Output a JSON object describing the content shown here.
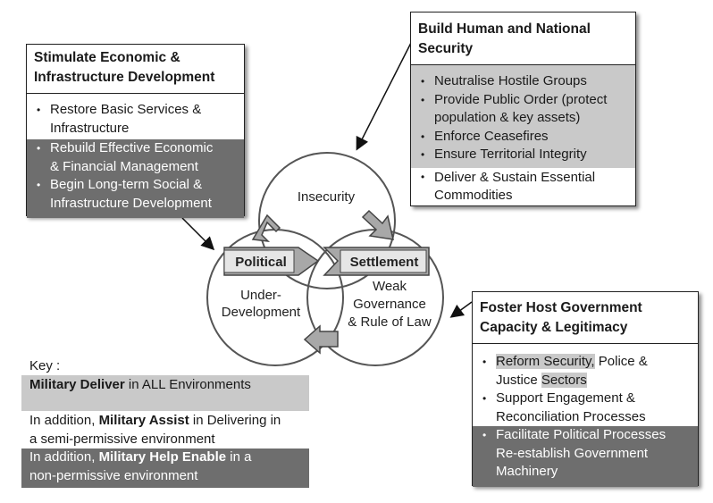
{
  "boxes": {
    "economic": {
      "title": "Stimulate Economic & Infrastructure Development",
      "title_lines": [
        "Stimulate Economic &",
        "Infrastructure Development"
      ],
      "items": [
        {
          "lines": [
            "Restore Basic Services &",
            "Infrastructure"
          ],
          "shade": "none"
        },
        {
          "lines": [
            "Rebuild Effective Economic",
            "& Financial Management"
          ],
          "shade": "dark"
        },
        {
          "lines": [
            "Begin Long-term Social &",
            "Infrastructure Development"
          ],
          "shade": "dark"
        }
      ]
    },
    "security": {
      "title_lines": [
        "Build Human and National",
        "Security"
      ],
      "items": [
        {
          "lines": [
            "Neutralise Hostile Groups"
          ],
          "shade": "light"
        },
        {
          "lines": [
            "Provide Public Order (protect",
            "population & key assets)"
          ],
          "shade": "light"
        },
        {
          "lines": [
            "Enforce Ceasefires"
          ],
          "shade": "light"
        },
        {
          "lines": [
            "Ensure Territorial Integrity"
          ],
          "shade": "light"
        },
        {
          "lines": [
            "Deliver & Sustain Essential",
            "Commodities"
          ],
          "shade": "none"
        }
      ]
    },
    "governance": {
      "title_lines": [
        "Foster Host Government",
        "Capacity & Legitimacy"
      ],
      "item1_line1_a": "Reform Security,",
      "item1_line1_b": " Police &",
      "item1_line2_a": "Justice ",
      "item1_line2_b": "Sectors",
      "items_rest": [
        {
          "lines": [
            "Support Engagement &",
            "Reconciliation Processes"
          ],
          "shade": "none"
        },
        {
          "lines": [
            "Facilitate Political Processes",
            "Re-establish Government",
            "Machinery"
          ],
          "shade": "dark",
          "bullet": true
        }
      ]
    }
  },
  "venn": {
    "top": "Insecurity",
    "left_lines": [
      "Under-",
      "Development"
    ],
    "right_lines": [
      "Weak",
      "Governance",
      "& Rule of Law"
    ],
    "political": "Political",
    "settlement": "Settlement"
  },
  "key": {
    "heading": "Key :",
    "row1_bold": "Military Deliver",
    "row1_rest": " in ALL Environments",
    "row2_pre": "In addition, ",
    "row2_bold": "Military Assist",
    "row2_rest": " in Delivering in",
    "row2_line2": "a semi-permissive environment",
    "row3_pre": "In addition, ",
    "row3_bold": "Military Help Enable",
    "row3_rest": " in a",
    "row3_line2": "non-permissive environment"
  },
  "colors": {
    "light_gray": "#c9c9c9",
    "dark_gray": "#6e6e6e",
    "arrow_gray": "#a8a8a8"
  }
}
